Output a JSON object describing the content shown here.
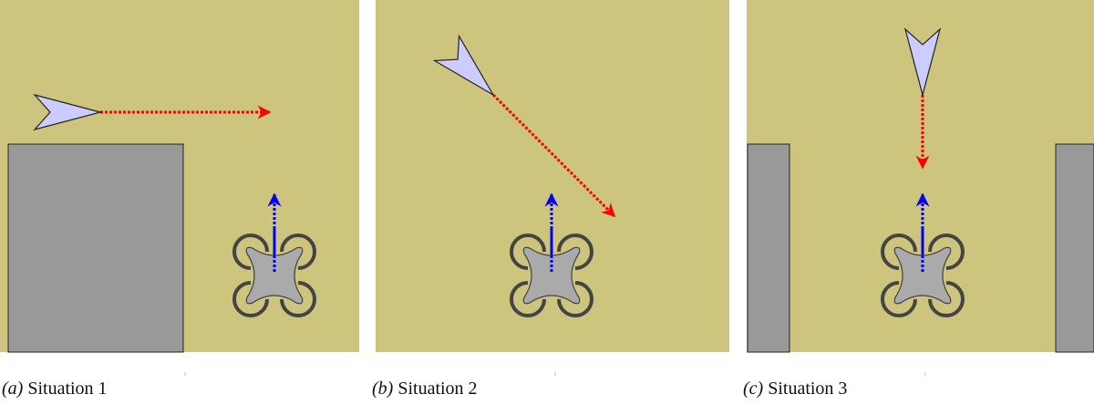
{
  "colors": {
    "ground": "#cdc47d",
    "building": "#999999",
    "intruder_fill": "#ccccff",
    "intruder_path": "#ff0000",
    "ownship_path": "#0000ff",
    "drone_body": "#aaaaaa",
    "drone_rotor": "#444444"
  },
  "panels": [
    {
      "id": "a",
      "caption_label": "(a)",
      "caption_text": "Situation 1",
      "intruder_heading": "right",
      "obstacles": "large building lower-left"
    },
    {
      "id": "b",
      "caption_label": "(b)",
      "caption_text": "Situation 2",
      "intruder_heading": "diagonal down-right",
      "obstacles": "none"
    },
    {
      "id": "c",
      "caption_label": "(c)",
      "caption_text": "Situation 3",
      "intruder_heading": "down",
      "obstacles": "buildings left and right"
    }
  ],
  "icons": {
    "intruder": "arrowhead-aircraft-icon",
    "ownship": "quadcopter-drone-icon"
  }
}
